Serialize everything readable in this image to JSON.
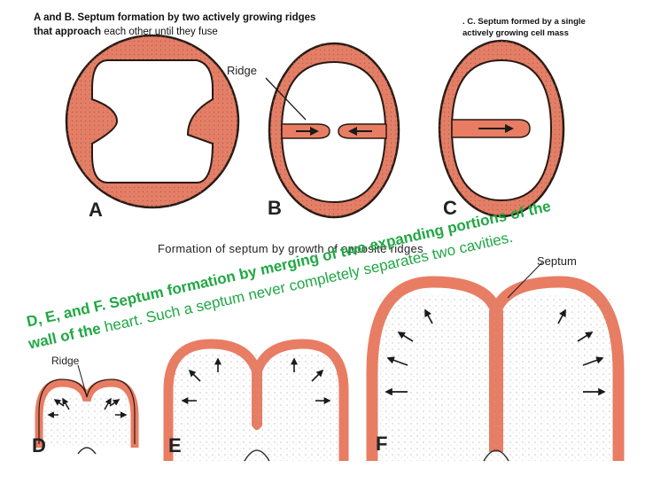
{
  "caption_ab": {
    "bold_part": "A and B. Septum formation by two actively growing ridges that approach",
    "normal_part": " each other until they fuse"
  },
  "caption_c": ". C. Septum formed by a single actively growing cell mass",
  "labels": {
    "ridge_top": "Ridge",
    "ridge_bottom": "Ridge",
    "septum": "Septum",
    "figure_caption": "Formation of septum by growth of opposite ridges"
  },
  "letters": [
    "A",
    "B",
    "C",
    "D",
    "E",
    "F"
  ],
  "caption_def": {
    "bold_line1": "D, E, and F. Septum formation by merging of two expanding portions of the",
    "bold_line2": "wall of the",
    "normal_line2": " heart. Such a septum never completely separates two cavities."
  },
  "colors": {
    "wall": "#e87d63",
    "wall_stroke": "#2a1a14",
    "accent_green": "#1fa843"
  }
}
